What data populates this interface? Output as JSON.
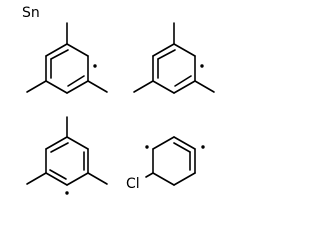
{
  "diagram": {
    "type": "chemical-structure",
    "background_color": "#ffffff",
    "bond_color": "#000000",
    "labels": {
      "tin": "Sn",
      "chlorine": "Cl"
    },
    "fragments": [
      {
        "name": "mesityl-1",
        "radical": true
      },
      {
        "name": "mesityl-2",
        "radical": true
      },
      {
        "name": "mesityl-3",
        "radical": true
      },
      {
        "name": "chlorophenyl",
        "radical": true
      }
    ]
  }
}
